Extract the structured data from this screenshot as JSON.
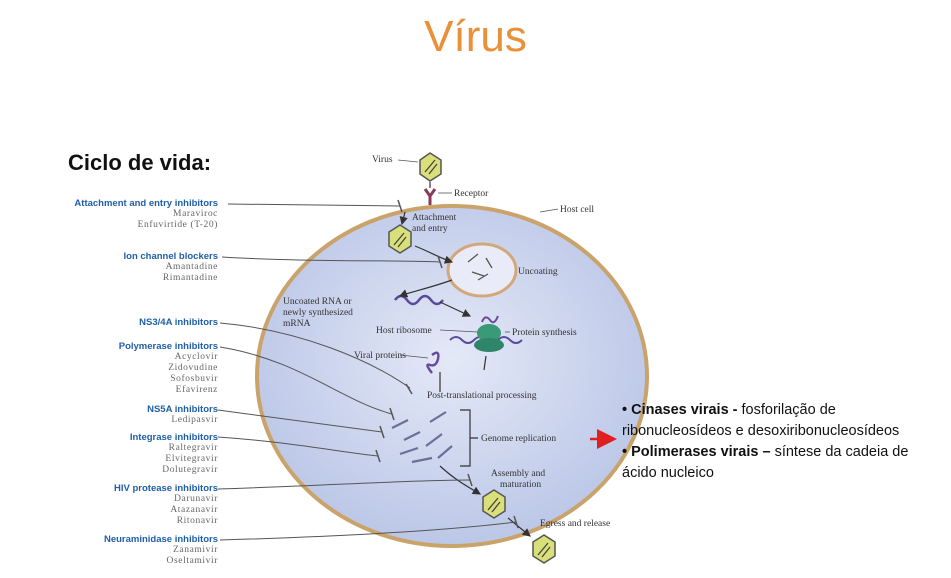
{
  "title": "Vírus",
  "subtitle": "Ciclo de vida:",
  "inhibitors": [
    {
      "head": "Attachment and entry inhibitors",
      "items": [
        "Maraviroc",
        "Enfuvirtide (T-20)"
      ]
    },
    {
      "head": "Ion channel blockers",
      "items": [
        "Amantadine",
        "Rimantadine"
      ]
    },
    {
      "head": "NS3/4A inhibitors",
      "items": []
    },
    {
      "head": "Polymerase inhibitors",
      "items": [
        "Acyclovir",
        "Zidovudine",
        "Sofosbuvir",
        "Efavirenz"
      ]
    },
    {
      "head": "NS5A inhibitors",
      "items": [
        "Ledipasvir"
      ]
    },
    {
      "head": "Integrase inhibitors",
      "items": [
        "Raltegravir",
        "Elvitegravir",
        "Dolutegravir"
      ]
    },
    {
      "head": "HIV protease inhibitors",
      "items": [
        "Darunavir",
        "Atazanavir",
        "Ritonavir"
      ]
    },
    {
      "head": "Neuraminidase inhibitors",
      "items": [
        "Zanamivir",
        "Oseltamivir"
      ]
    }
  ],
  "labels": {
    "virus": "Virus",
    "receptor": "Receptor",
    "host_cell": "Host cell",
    "attachment_1": "Attachment",
    "attachment_2": "and entry",
    "uncoating": "Uncoating",
    "uncoated_1": "Uncoated RNA or",
    "uncoated_2": "newly synthesized",
    "uncoated_3": "mRNA",
    "host_ribosome": "Host ribosome",
    "protein_synthesis": "Protein synthesis",
    "viral_proteins": "Viral proteins",
    "post_translational": "Post-translational processing",
    "genome_replication": "Genome replication",
    "assembly_1": "Assembly and",
    "assembly_2": "maturation",
    "egress": "Egress and release"
  },
  "notes": {
    "line1_bold": "• Cinases virais  -",
    "line1_rest": " fosforilação de",
    "line2": "ribonucleosídeos e desoxiribonucleosídeos",
    "line3_bold": "• Polimerases virais –",
    "line3_rest": " síntese da cadeia de",
    "line4": "ácido nucleico"
  },
  "colors": {
    "title": "#e8913a",
    "inhibitor_head": "#1f5fa8",
    "cell_fill": "#cdd6ee",
    "cell_border": "#c9a36a",
    "virus_fill": "#d9e07a",
    "arrow_red": "#e02020"
  }
}
